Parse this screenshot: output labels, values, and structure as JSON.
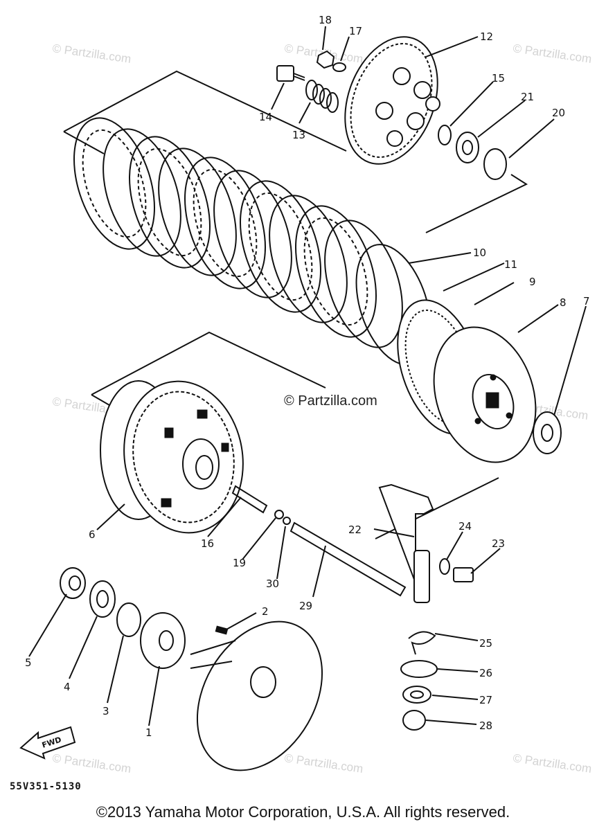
{
  "diagram": {
    "part_code": "55V351-5130",
    "copyright": "©2013  Yamaha Motor Corporation, U.S.A. All rights reserved.",
    "watermark": "© Partzilla.com",
    "fwd_label": "FWD",
    "callouts": [
      "1",
      "2",
      "3",
      "4",
      "5",
      "6",
      "7",
      "8",
      "9",
      "10",
      "11",
      "12",
      "13",
      "14",
      "15",
      "16",
      "17",
      "18",
      "19",
      "20",
      "21",
      "22",
      "23",
      "24",
      "25",
      "26",
      "27",
      "28",
      "29",
      "30"
    ]
  }
}
